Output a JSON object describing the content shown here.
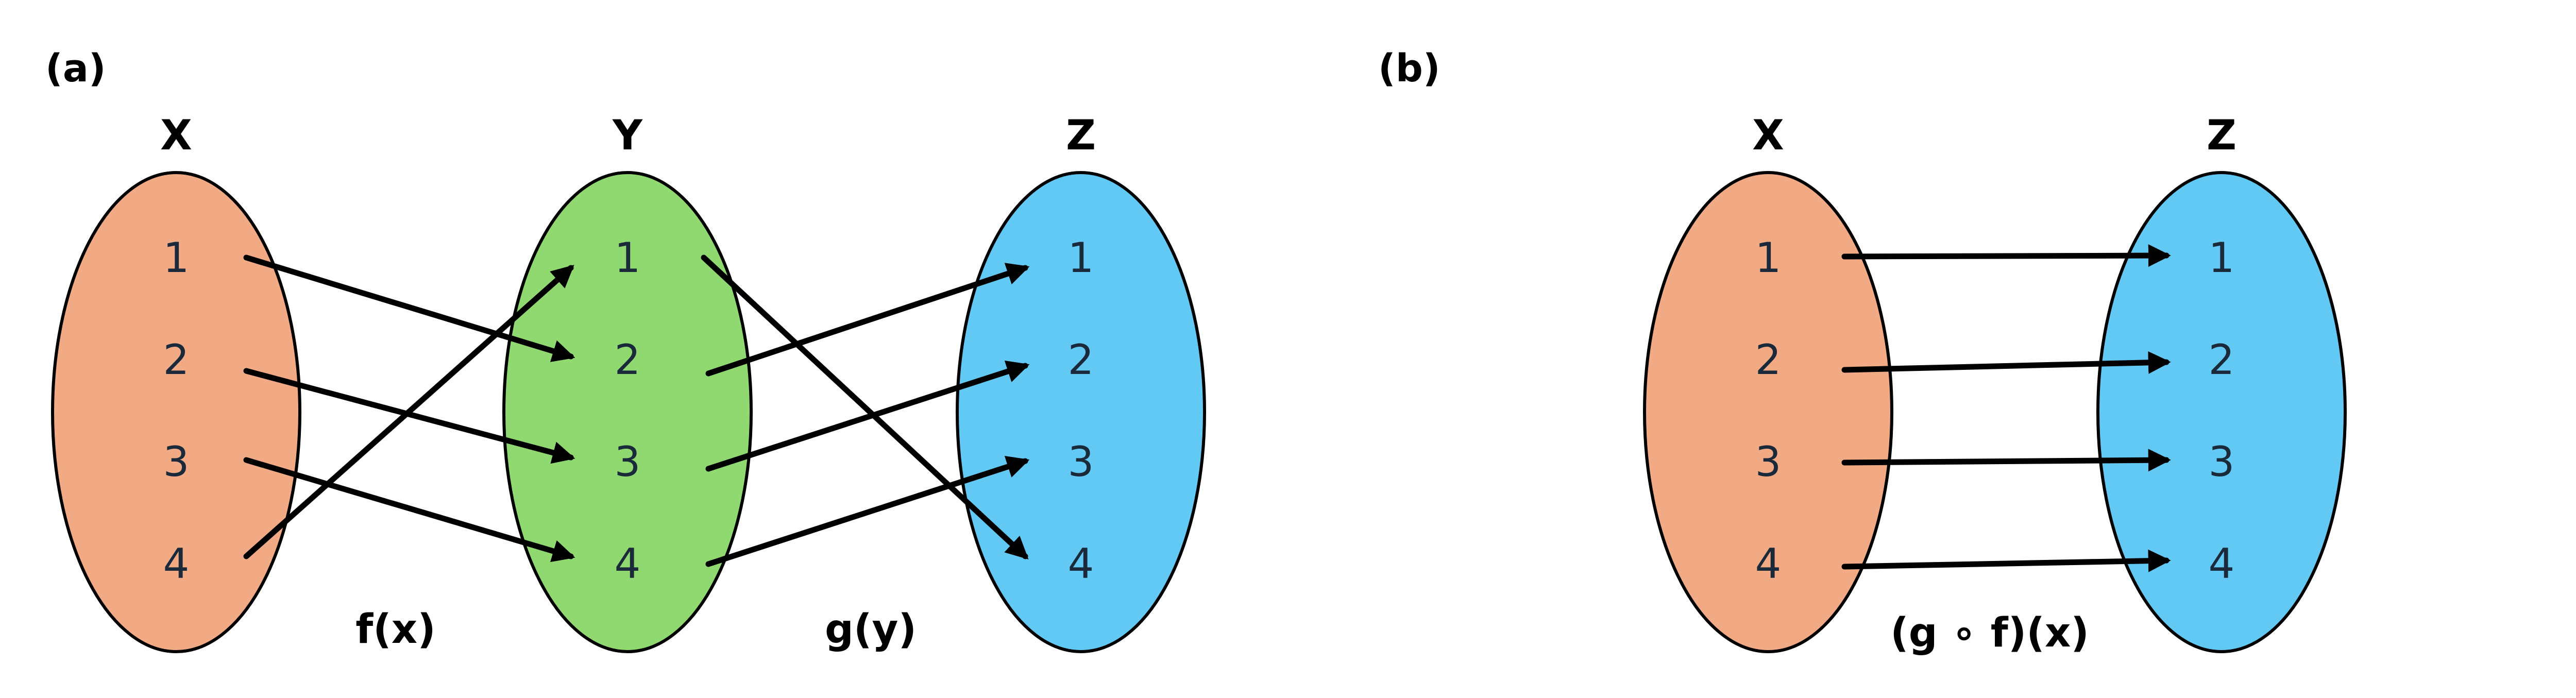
{
  "panel_a": {
    "label": "(a)",
    "sets": {
      "X": {
        "name": "X",
        "color": "#f2aa84",
        "elements": [
          "1",
          "2",
          "3",
          "4"
        ]
      },
      "Y": {
        "name": "Y",
        "color": "#90d970",
        "elements": [
          "1",
          "2",
          "3",
          "4"
        ]
      },
      "Z": {
        "name": "Z",
        "color": "#62c9f4",
        "elements": [
          "1",
          "2",
          "3",
          "4"
        ]
      }
    },
    "function_labels": {
      "f": "f(x)",
      "g": "g(y)"
    },
    "mappings": {
      "f": [
        [
          "1",
          "2"
        ],
        [
          "2",
          "3"
        ],
        [
          "3",
          "4"
        ],
        [
          "4",
          "1"
        ]
      ],
      "g": [
        [
          "1",
          "4"
        ],
        [
          "2",
          "1"
        ],
        [
          "3",
          "2"
        ],
        [
          "4",
          "3"
        ]
      ]
    }
  },
  "panel_b": {
    "label": "(b)",
    "sets": {
      "X": {
        "name": "X",
        "color": "#f2aa84",
        "elements": [
          "1",
          "2",
          "3",
          "4"
        ]
      },
      "Z": {
        "name": "Z",
        "color": "#62c9f4",
        "elements": [
          "1",
          "2",
          "3",
          "4"
        ]
      }
    },
    "function_label": "(g ∘ f)(x)",
    "mappings": {
      "gf": [
        [
          "1",
          "1"
        ],
        [
          "2",
          "2"
        ],
        [
          "3",
          "3"
        ],
        [
          "4",
          "4"
        ]
      ]
    }
  }
}
